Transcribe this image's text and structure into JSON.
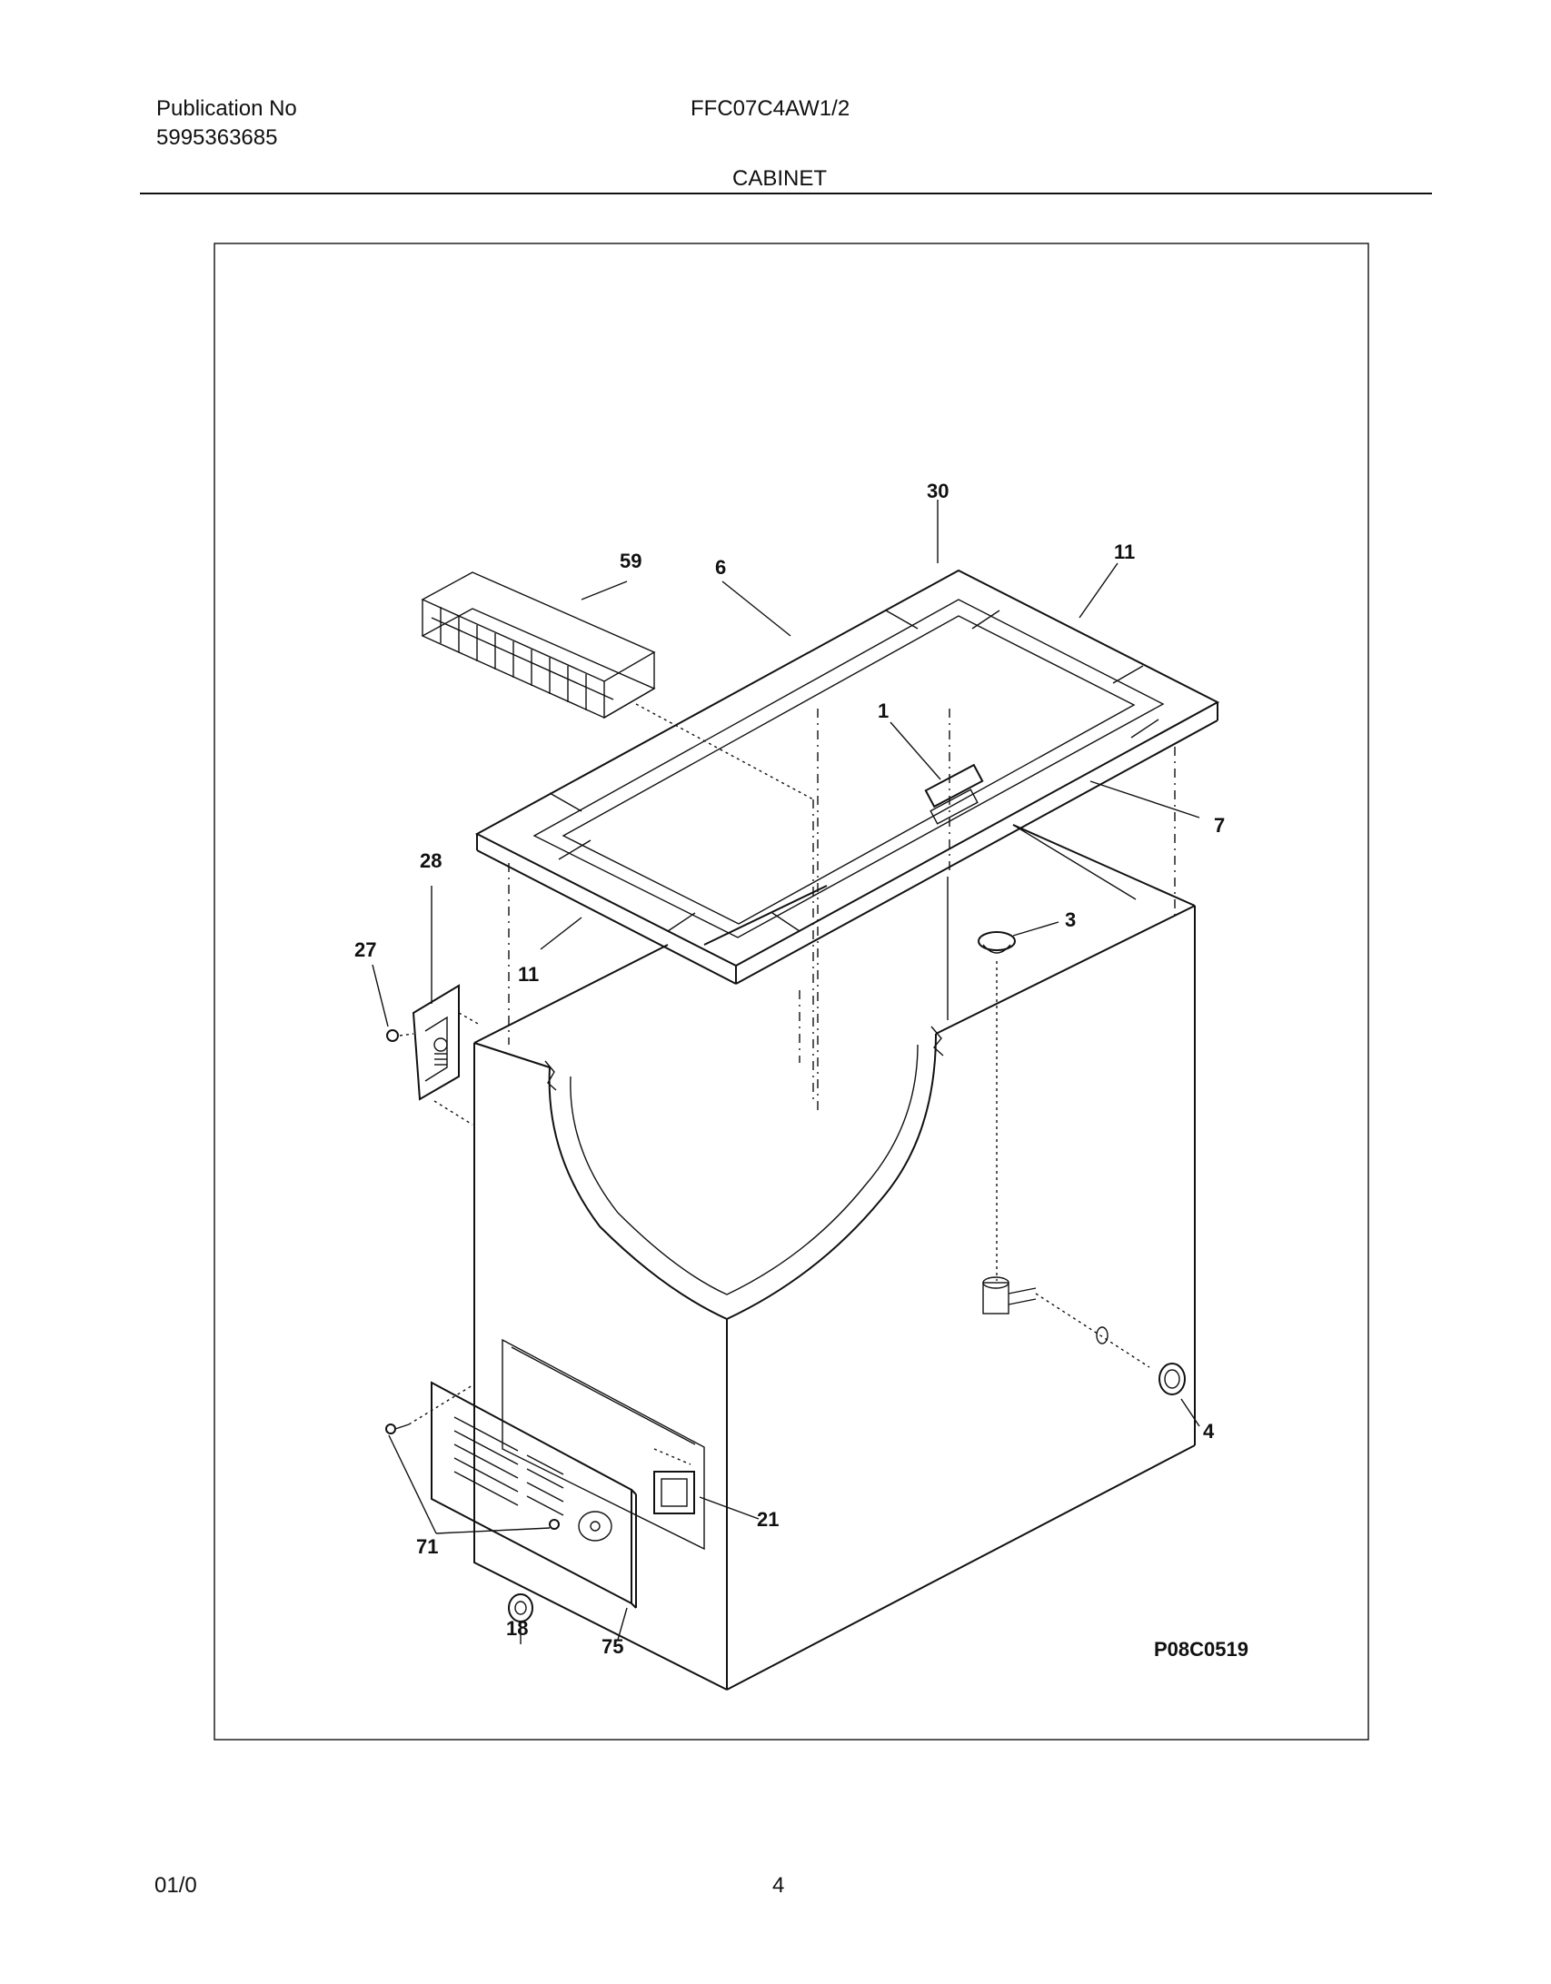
{
  "header": {
    "publication_label": "Publication No",
    "publication_number": "5995363685",
    "model_number": "FFC07C4AW1/2",
    "section_title": "CABINET"
  },
  "diagram": {
    "drawing_code": "P08C0519",
    "callouts": {
      "c1": "1",
      "c3": "3",
      "c4": "4",
      "c6": "6",
      "c7": "7",
      "c11a": "11",
      "c11b": "11",
      "c18": "18",
      "c21": "21",
      "c27": "27",
      "c28": "28",
      "c30": "30",
      "c59": "59",
      "c71": "71",
      "c75": "75"
    }
  },
  "footer": {
    "code": "01/0",
    "page_number": "4"
  }
}
